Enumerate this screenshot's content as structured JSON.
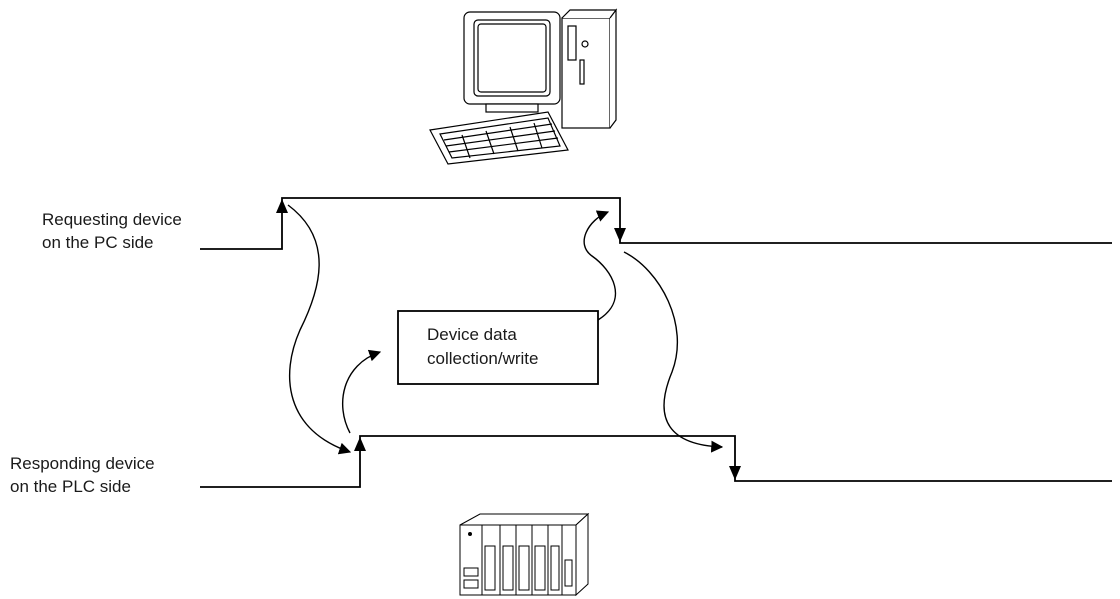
{
  "labels": {
    "pc_side_line1": "Requesting device",
    "pc_side_line2": "on the PC side",
    "plc_side_line1": "Responding device",
    "plc_side_line2": "on the PLC side",
    "box_line1": "Device data",
    "box_line2": "collection/write"
  },
  "icons": {
    "pc": "desktop-computer-icon",
    "plc": "plc-rack-icon"
  },
  "colors": {
    "line": "#000000"
  }
}
